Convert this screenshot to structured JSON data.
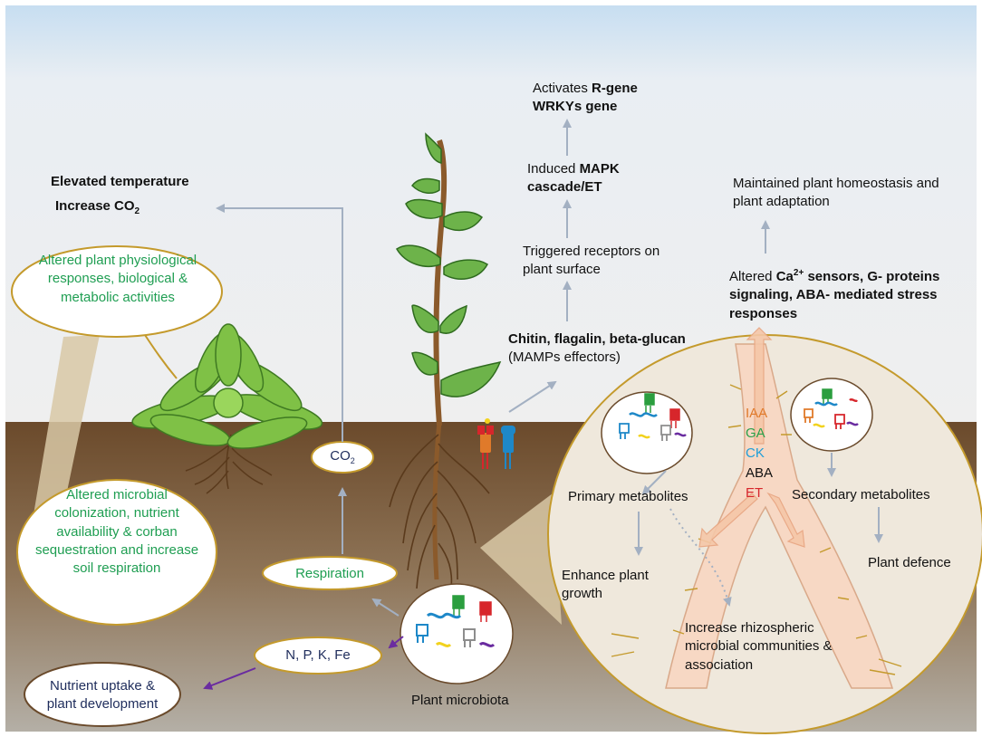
{
  "top_labels": {
    "elevated_temperature": "Elevated temperature",
    "increase_co2_prefix": "Increase CO",
    "increase_co2_sub": "2",
    "activates": "Activates",
    "r_gene": "R-gene",
    "wrkys_gene": "WRKYs gene",
    "induced": "Induced",
    "mapk": "MAPK",
    "cascade_et": "cascade/ET",
    "triggered_receptors": "Triggered receptors on plant surface",
    "chitin": "Chitin, flagalin, beta-glucan",
    "mamps": "(MAMPs effectors)",
    "maintained": "Maintained plant homeostasis and plant adaptation",
    "altered": "Altered",
    "ca_sensors_prefix": "Ca",
    "ca_sensors_sup": "2+",
    "ca_sensors_rest": " sensors, G- proteins signaling, ABA- mediated stress responses"
  },
  "bubbles": {
    "physio": "Altered plant physiological responses, biological & metabolic activities",
    "microbial": "Altered microbial colonization, nutrient availability & corban sequestration and increase soil respiration",
    "co2_prefix": "CO",
    "co2_sub": "2",
    "respiration": "Respiration",
    "npk": "N, P, K, Fe",
    "nutrient": "Nutrient uptake & plant development"
  },
  "soil": {
    "plant_microbiota": "Plant microbiota"
  },
  "zoom": {
    "hormones": [
      {
        "name": "IAA",
        "color": "#e07a2a"
      },
      {
        "name": "GA",
        "color": "#2aa04a"
      },
      {
        "name": "CK",
        "color": "#1e9ed8"
      },
      {
        "name": "ABA",
        "color": "#111111"
      },
      {
        "name": "ET",
        "color": "#d7262b"
      }
    ],
    "primary_metabolites": "Primary metabolites",
    "secondary_metabolites": "Secondary metabolites",
    "enhance_growth": "Enhance plant growth",
    "plant_defence": "Plant defence",
    "rhizospheric": "Increase rhizospheric microbial communities & association"
  },
  "colors": {
    "sky_top": "#c7def1",
    "sky_mid": "#efefef",
    "soil_top": "#6b4a2b",
    "soil_bottom": "#b4afa6",
    "green_text": "#1f9e52",
    "navy_text": "#1f2d5c",
    "bubble_border": "#c49a2c",
    "arrow_gray": "#a3b0c2",
    "arrow_purple": "#6a2ca0",
    "root_fill": "#f7d8c4",
    "leaf": "#6db34a"
  },
  "microbe_palette": [
    "#1e88c8",
    "#2b9e3f",
    "#d7262b",
    "#8d8d8d",
    "#f2d21d",
    "#6a2ca0",
    "#e07a2a"
  ]
}
